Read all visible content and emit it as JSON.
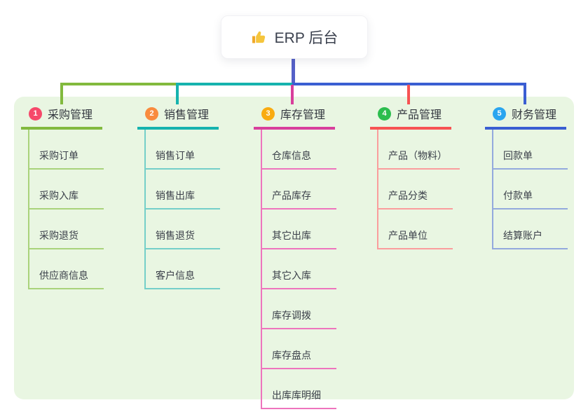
{
  "root": {
    "label": "ERP 后台",
    "icon": "thumbs-up-icon",
    "icon_color": "#f5b63c"
  },
  "connectors": {
    "stem_color": "#5560c8"
  },
  "branches": [
    {
      "id": "1",
      "label": "采购管理",
      "color": "#82ba3e",
      "light_color": "#a9d37b",
      "badge_color": "#f6496a",
      "children": [
        "采购订单",
        "采购入库",
        "采购退货",
        "供应商信息"
      ]
    },
    {
      "id": "2",
      "label": "销售管理",
      "color": "#16b3ae",
      "light_color": "#74cfc9",
      "badge_color": "#f98b3e",
      "children": [
        "销售订单",
        "销售出库",
        "销售退货",
        "客户信息"
      ]
    },
    {
      "id": "3",
      "label": "库存管理",
      "color": "#d83f9c",
      "light_color": "#ee74bd",
      "badge_color": "#f9ab11",
      "children": [
        "仓库信息",
        "产品库存",
        "其它出库",
        "其它入库",
        "库存调拨",
        "库存盘点",
        "出库库明细"
      ]
    },
    {
      "id": "4",
      "label": "产品管理",
      "color": "#f75353",
      "light_color": "#fa9d9d",
      "badge_color": "#2cbd4e",
      "children": [
        "产品（物料）",
        "产品分类",
        "产品单位"
      ]
    },
    {
      "id": "5",
      "label": "财务管理",
      "color": "#3a5ed2",
      "light_color": "#93a9dd",
      "badge_color": "#2aa5ef",
      "children": [
        "回款单",
        "付款单",
        "结算账户"
      ]
    }
  ]
}
